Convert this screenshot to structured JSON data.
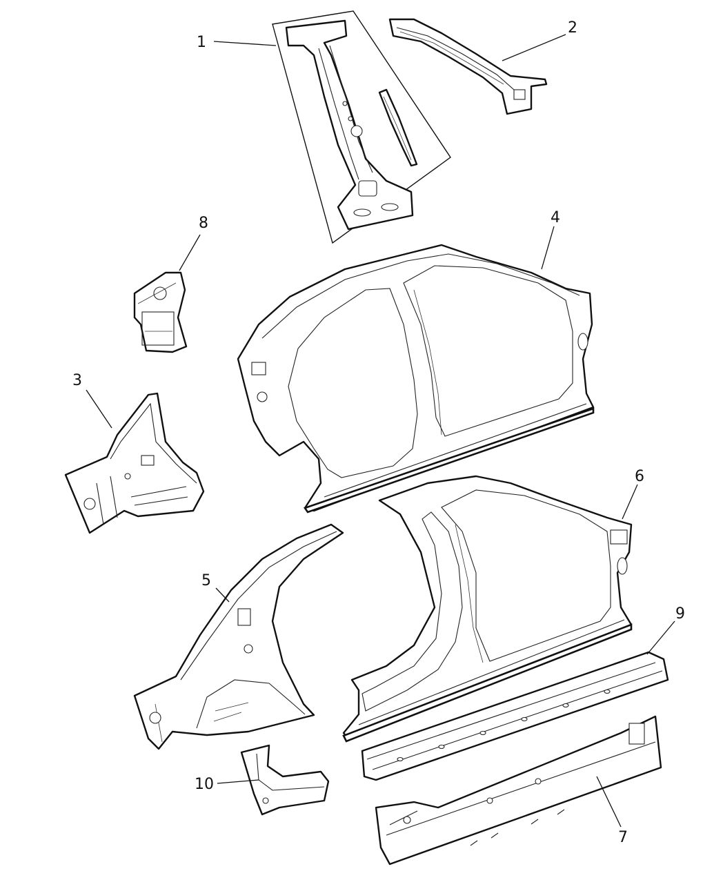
{
  "diagram": {
    "colors": {
      "line": "#111111",
      "background": "#ffffff"
    },
    "callouts": [
      {
        "id": "1",
        "label": "1"
      },
      {
        "id": "2",
        "label": "2"
      },
      {
        "id": "3",
        "label": "3"
      },
      {
        "id": "4",
        "label": "4"
      },
      {
        "id": "5",
        "label": "5"
      },
      {
        "id": "6",
        "label": "6"
      },
      {
        "id": "7",
        "label": "7"
      },
      {
        "id": "8",
        "label": "8"
      },
      {
        "id": "9",
        "label": "9"
      },
      {
        "id": "10",
        "label": "10"
      }
    ]
  }
}
